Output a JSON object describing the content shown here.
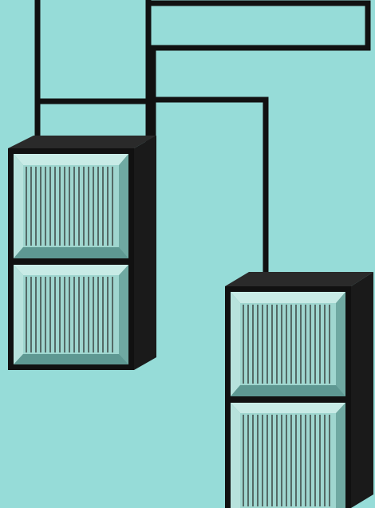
{
  "colors": {
    "background": "#96dcd8",
    "line": "#111111",
    "cabinet_face": "#9fd6cf",
    "cabinet_side": "#1a1a1a",
    "cabinet_top": "#2a2a2a",
    "bevel": "#b7e2dc",
    "bevel_dark": "#6fa9a2",
    "slat": "#222222"
  },
  "diagram": {
    "cabinets": [
      {
        "name": "server-cabinet-left",
        "drawers": 2
      },
      {
        "name": "server-cabinet-right",
        "drawers": 2
      }
    ],
    "connections": 3
  }
}
